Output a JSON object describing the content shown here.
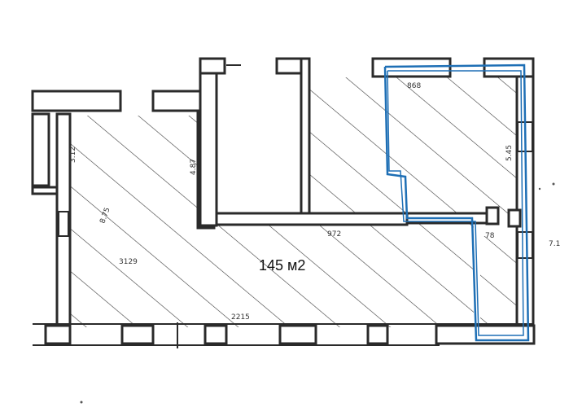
{
  "plan": {
    "area_label": "145 м2",
    "dimensions": {
      "d312": "3.12",
      "d875": "8.75",
      "d487": "4.87",
      "d3129": "3129",
      "d972": "972",
      "d2215": "2215",
      "d868": "868",
      "d545": "5.45",
      "d78": "78",
      "d71": "7.1"
    },
    "highlight_color": "#1e6fb5"
  }
}
